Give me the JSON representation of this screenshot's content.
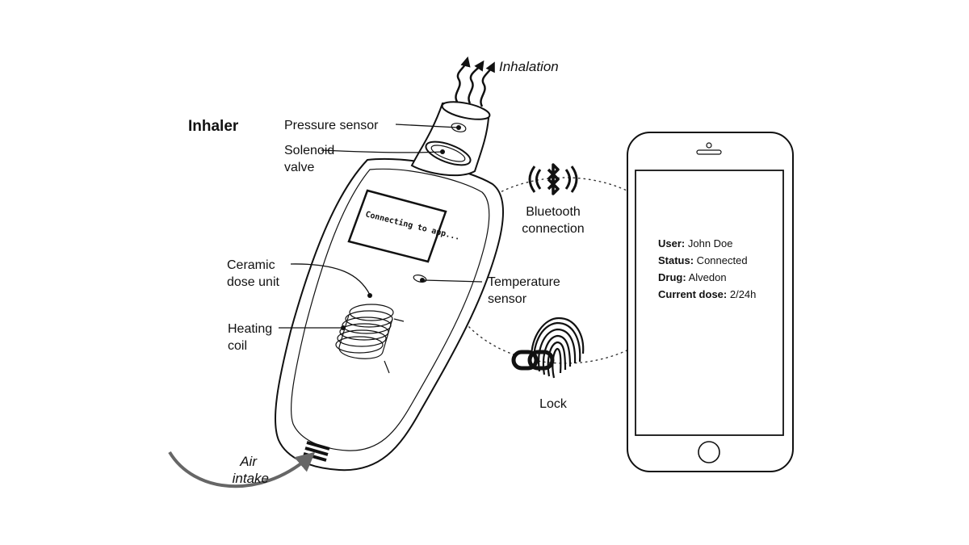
{
  "title": "Inhaler",
  "labels": {
    "inhalation": "Inhalation",
    "pressure_sensor": "Pressure sensor",
    "solenoid_line1": "Solenoid",
    "solenoid_line2": "valve",
    "ceramic_line1": "Ceramic",
    "ceramic_line2": "dose unit",
    "heating_line1": "Heating",
    "heating_line2": "coil",
    "temperature_line1": "Temperature",
    "temperature_line2": "sensor",
    "bluetooth_line1": "Bluetooth",
    "bluetooth_line2": "connection",
    "lock": "Lock",
    "air_line1": "Air",
    "air_line2": "intake"
  },
  "device_screen": {
    "text": "Connecting to app..."
  },
  "phone": {
    "rows": [
      {
        "key": "User:",
        "value": " John Doe"
      },
      {
        "key": "Status:",
        "value": " Connected"
      },
      {
        "key": "Drug:",
        "value": " Alvedon"
      },
      {
        "key": "Current dose:",
        "value": " 2/24h"
      }
    ]
  },
  "icons": [
    "bluetooth-icon",
    "fingerprint-icon",
    "chain-link-icon",
    "home-button-icon"
  ],
  "colors": {
    "ink": "#111111",
    "arrow": "#666666",
    "background": "#ffffff"
  }
}
